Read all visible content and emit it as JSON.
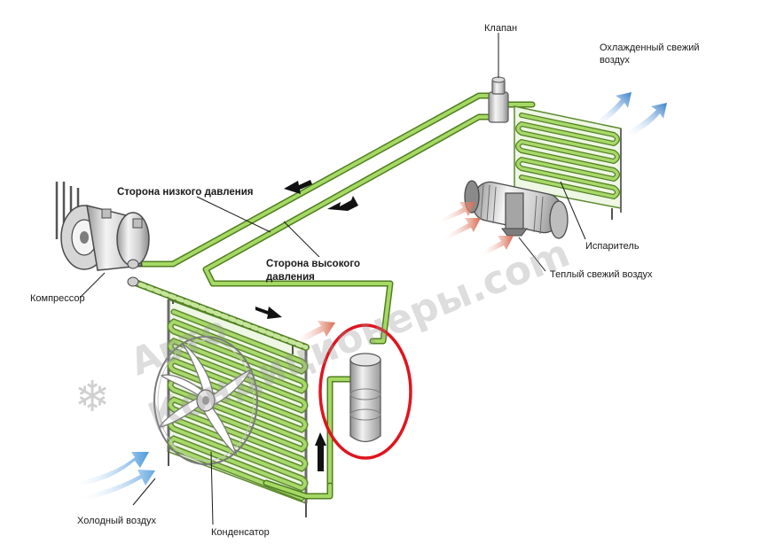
{
  "labels": {
    "valve": "Клапан",
    "cooled_air_line1": "Охлажденный свежий",
    "cooled_air_line2": "воздух",
    "low_pressure": "Сторона низкого давления",
    "high_pressure_line1": "Сторона высокого",
    "high_pressure_line2": "давления",
    "evaporator": "Испаритель",
    "warm_air": "Теплый свежий воздух",
    "compressor": "Компрессор",
    "cold_air": "Холодный воздух",
    "condenser": "Конденсатор"
  },
  "watermark": {
    "line1": "Авто",
    "line2": "Кондиционеры.com",
    "icon": "snowflake-icon"
  },
  "colors": {
    "pipe": "#8dc63f",
    "pipe_dark": "#4f7f1f",
    "cold_air": "#5fa8e0",
    "warm_air": "#e0876a",
    "highlight": "#e0141e"
  }
}
